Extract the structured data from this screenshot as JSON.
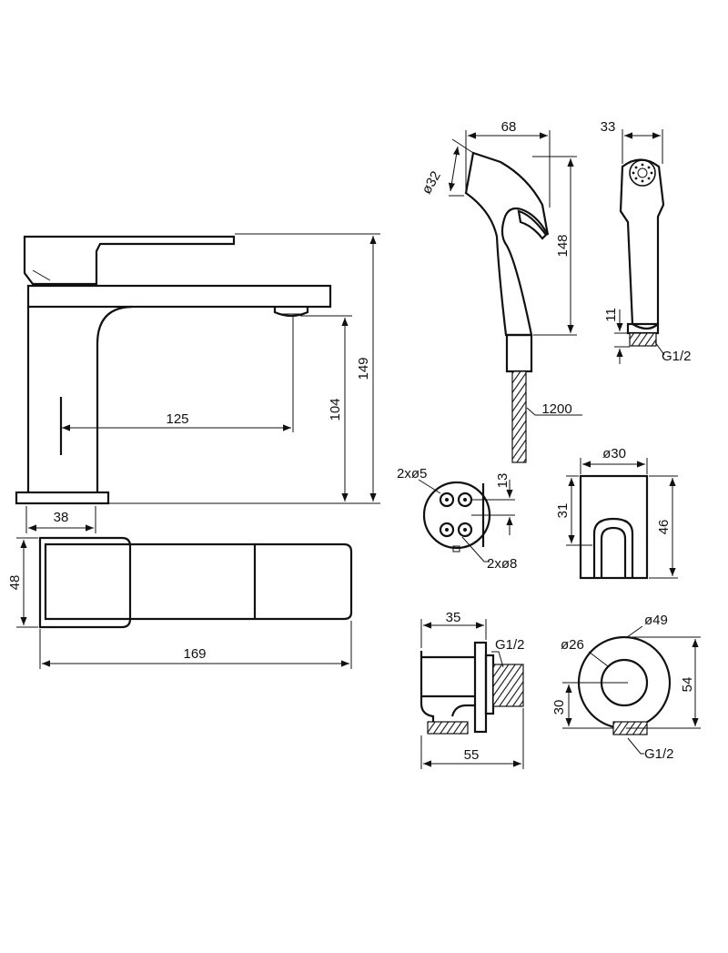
{
  "dimensions": {
    "spout_reach": "125",
    "spout_height": "104",
    "total_height": "149",
    "base_depth": "38",
    "body_width": "48",
    "total_length": "169",
    "spray_length": "68",
    "spray_head_dia": "ø32",
    "spray_height": "148",
    "spray_width": "33",
    "spray_thread_len": "11",
    "spray_thread": "G1/2",
    "hose_length": "1200",
    "holder_screw_holes": "2xø5",
    "holder_hole_spacing": "13",
    "holder_fixing_holes": "2xø8",
    "holder_width": "ø30",
    "holder_cradle_height": "31",
    "holder_height": "46",
    "elbow_depth": "35",
    "elbow_thread": "G1/2",
    "elbow_length": "55",
    "elbow_dia_inner": "ø26",
    "elbow_dia_outer": "ø49",
    "elbow_height": "54",
    "elbow_offset": "30",
    "elbow_outlet_thread": "G1/2"
  }
}
